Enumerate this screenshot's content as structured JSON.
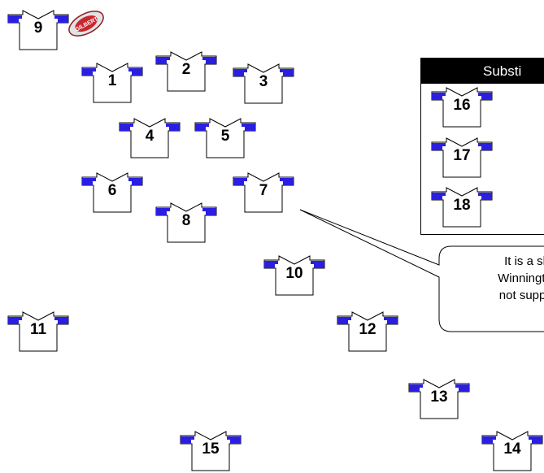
{
  "team_shirts": [
    {
      "number": "9"
    },
    {
      "number": "1"
    },
    {
      "number": "2"
    },
    {
      "number": "3"
    },
    {
      "number": "4"
    },
    {
      "number": "5"
    },
    {
      "number": "6"
    },
    {
      "number": "7"
    },
    {
      "number": "8"
    },
    {
      "number": "10"
    },
    {
      "number": "11"
    },
    {
      "number": "12"
    },
    {
      "number": "13"
    },
    {
      "number": "15"
    },
    {
      "number": "14"
    }
  ],
  "substitutes": {
    "header": "Substi",
    "shirts": [
      {
        "number": "16"
      },
      {
        "number": "17"
      },
      {
        "number": "18"
      }
    ]
  },
  "ball": {
    "brand_text": "GILBERT",
    "icon": "rugby-ball-icon"
  },
  "callout": {
    "line1": "It is a sh",
    "line2": "Winningtor",
    "line3": "not supply"
  },
  "colors": {
    "shirt_accent": "#2a1fe0",
    "shirt_body": "#ffffff",
    "outline": "#000000",
    "ball": "#c8272f"
  }
}
